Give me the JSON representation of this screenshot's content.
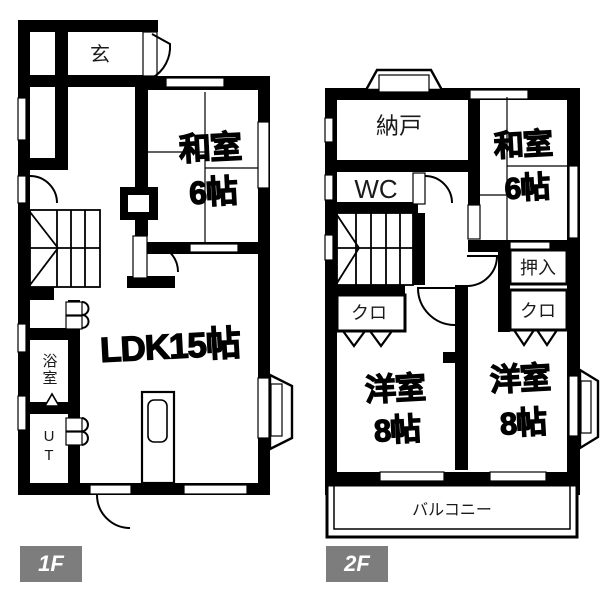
{
  "floor1": {
    "badge": "1F",
    "entrance": "玄",
    "washitsu": [
      "和室",
      "6帖"
    ],
    "ldk": "LDK15帖",
    "bathroom": "浴室",
    "utility": "UT"
  },
  "floor2": {
    "badge": "2F",
    "storage": "納戸",
    "toilet": "WC",
    "washitsu": [
      "和室",
      "6帖"
    ],
    "oshiire": "押入",
    "closet_left": "クロ",
    "closet_right": "クロ",
    "western_left": [
      "洋室",
      "8帖"
    ],
    "western_right": [
      "洋室",
      "8帖"
    ],
    "balcony": "バルコニー"
  },
  "colors": {
    "wall": "#000000",
    "background": "#ffffff",
    "badge_bg": "#7d7d7d",
    "badge_text": "#ffffff"
  }
}
